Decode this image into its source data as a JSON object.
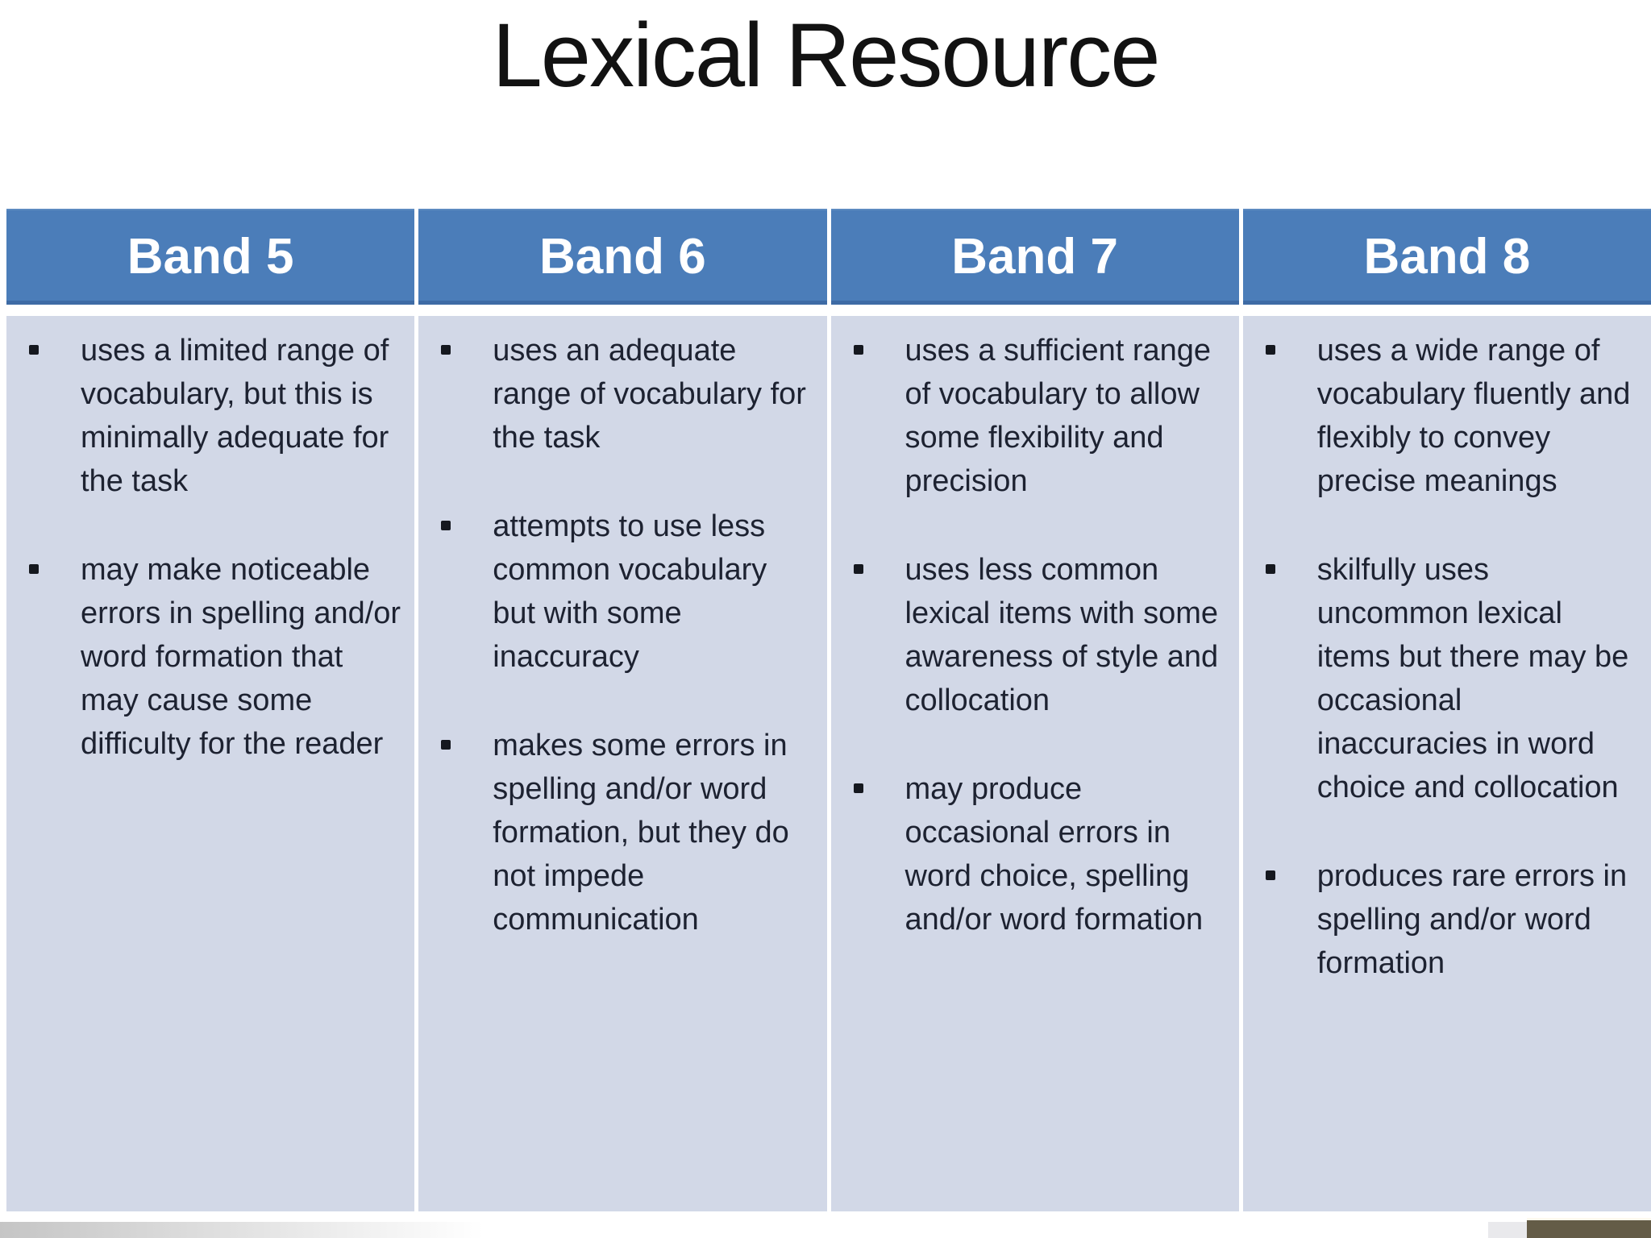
{
  "title": "Lexical Resource",
  "table": {
    "columns": [
      {
        "header": "Band 5",
        "bullets": [
          "uses a limited range of vocabulary, but this is minimally adequate for the task",
          "may make noticeable errors in spelling and/or word formation that may cause some difficulty for the reader"
        ]
      },
      {
        "header": "Band 6",
        "bullets": [
          "uses an adequate range of vocabulary for the task",
          "attempts to use less common vocabulary but with some inaccuracy",
          "makes some errors in spelling and/or word formation, but they do not impede communication"
        ]
      },
      {
        "header": "Band 7",
        "bullets": [
          "uses a sufficient range of vocabulary to allow some flexibility and precision",
          "uses less common lexical items with some awareness of style and collocation",
          "may produce occasional errors in word choice, spelling and/or word formation"
        ]
      },
      {
        "header": "Band 8",
        "bullets": [
          "uses a wide range of vocabulary fluently and flexibly to convey precise meanings",
          "skilfully uses uncommon  lexical items but there may be occasional inaccuracies in word choice and collocation",
          "produces rare errors in spelling and/or word formation"
        ]
      }
    ]
  },
  "colors": {
    "header_bg": "#4b7db9",
    "header_border_bottom": "#3e6ba5",
    "header_text": "#ffffff",
    "body_cell_bg": "#d2d8e7",
    "body_text": "#1d2231",
    "title_text": "#121212",
    "bottom_left_gradient_start": "#c5c5c5",
    "bottom_right_gray_segment": "#e9e9ec",
    "bottom_right_dark_block": "#645c47"
  }
}
